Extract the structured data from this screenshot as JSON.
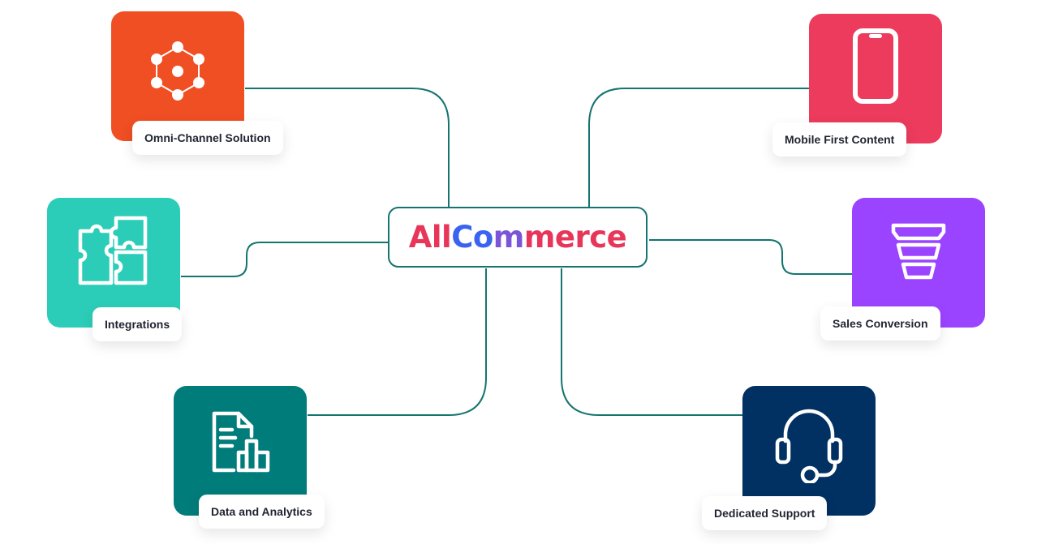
{
  "hub": {
    "brand_parts": [
      "All",
      "Co",
      "m",
      "merce"
    ],
    "brand_colors": [
      "#e8355a",
      "#3a63f2",
      "#7b55d9",
      "#e8355a"
    ]
  },
  "features": [
    {
      "label": "Omni-Channel Solution",
      "icon": "network-nodes-icon",
      "color": "#f04e23"
    },
    {
      "label": "Mobile First Content",
      "icon": "mobile-phone-icon",
      "color": "#ec3b5d"
    },
    {
      "label": "Integrations",
      "icon": "puzzle-icon",
      "color": "#2ccdb8"
    },
    {
      "label": "Sales Conversion",
      "icon": "funnel-icon",
      "color": "#9b44ff"
    },
    {
      "label": "Data and Analytics",
      "icon": "report-chart-icon",
      "color": "#007c7a"
    },
    {
      "label": "Dedicated Support",
      "icon": "headset-icon",
      "color": "#003162"
    }
  ],
  "connector_color": "#14746f"
}
